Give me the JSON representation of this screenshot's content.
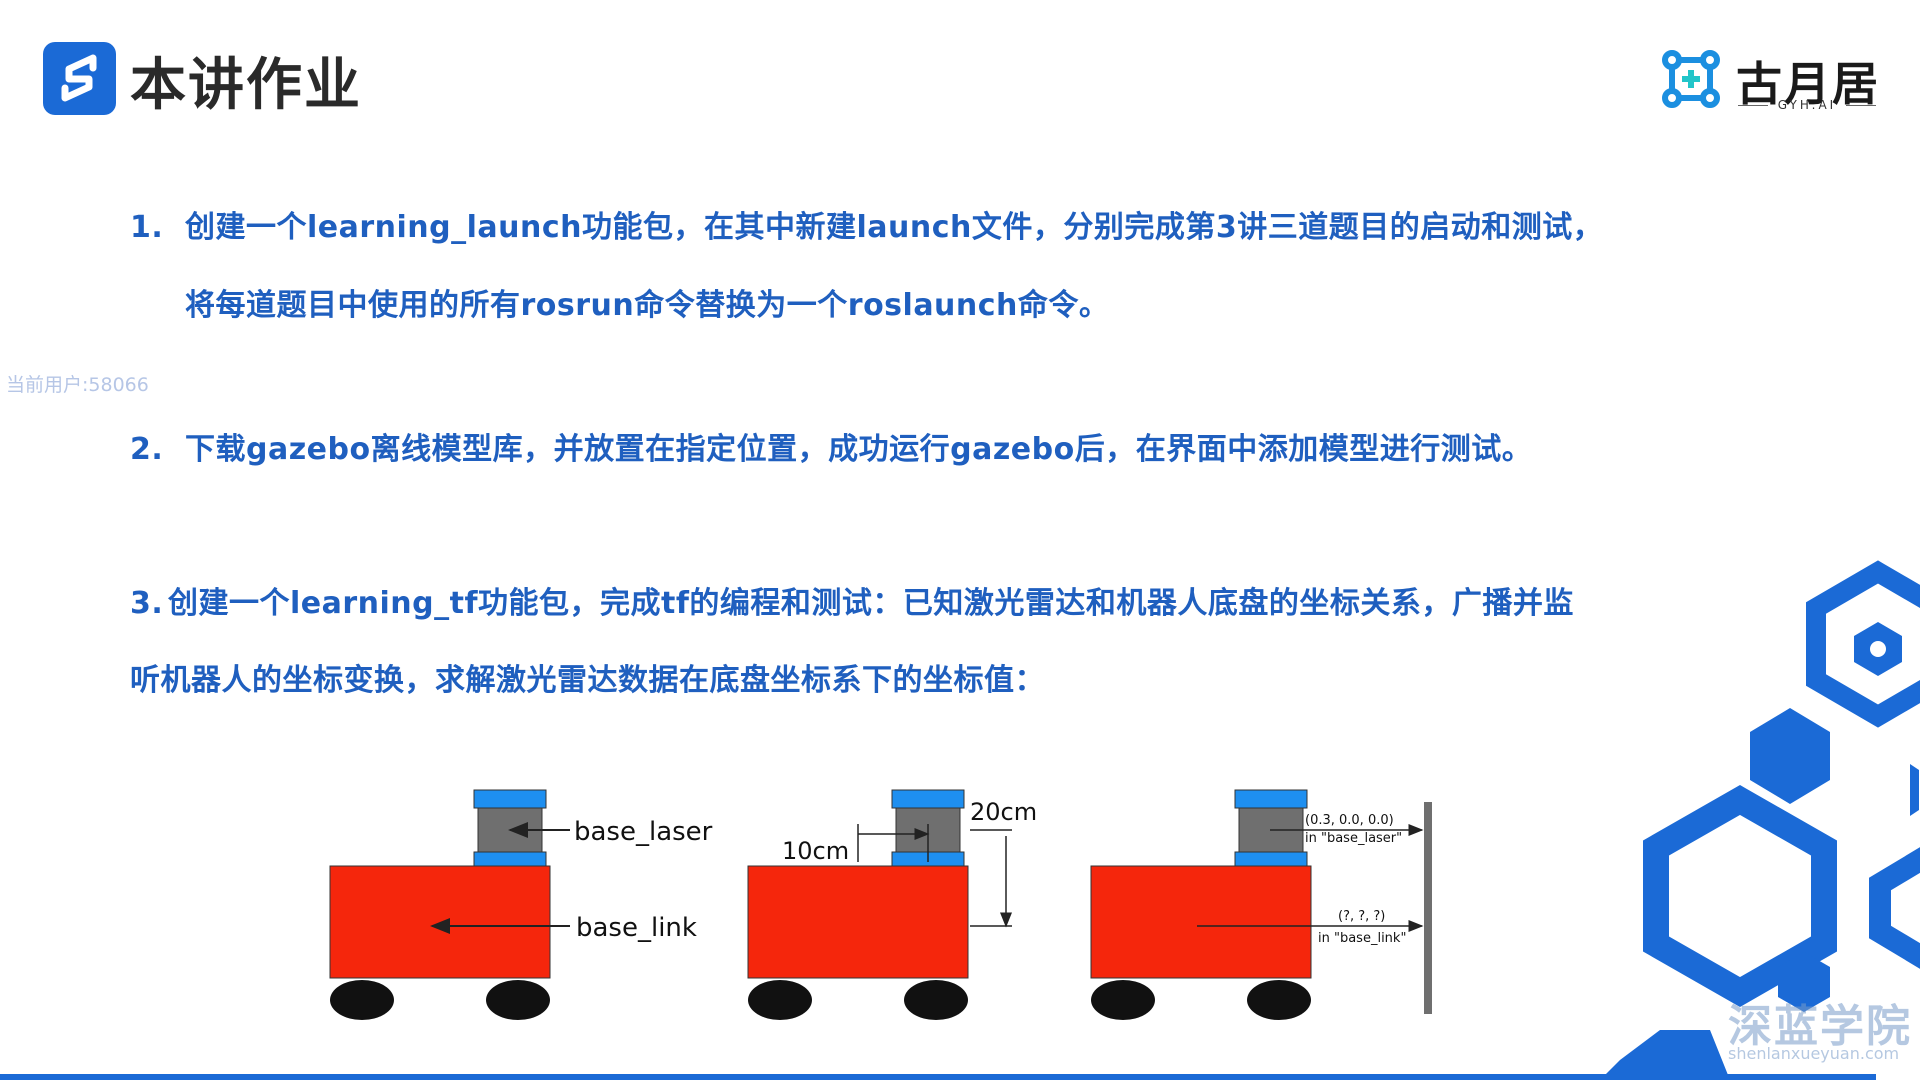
{
  "header": {
    "title": "本讲作业",
    "brand_name": "古月居",
    "brand_sub": "GYH.AI"
  },
  "watermark": {
    "user": "当前用户:58066",
    "site_name": "深蓝学院",
    "site_url": "shenlanxueyuan.com"
  },
  "tasks": [
    {
      "number": "1.",
      "lines": [
        "创建一个learning_launch功能包，在其中新建launch文件，分别完成第3讲三道题目的启动和测试，",
        "将每道题目中使用的所有rosrun命令替换为一个roslaunch命令。"
      ]
    },
    {
      "number": "2.",
      "lines": [
        "下载gazebo离线模型库，并放置在指定位置，成功运行gazebo后，在界面中添加模型进行测试。"
      ]
    },
    {
      "number": "3.",
      "lines": [
        "创建一个learning_tf功能包，完成tf的编程和测试：已知激光雷达和机器人底盘的坐标关系，广播并监",
        "听机器人的坐标变换，求解激光雷达数据在底盘坐标系下的坐标值："
      ]
    }
  ],
  "diagram": {
    "robot1": {
      "laser_label": "base_laser",
      "link_label": "base_link"
    },
    "robot2": {
      "horizontal": "10cm",
      "vertical": "20cm"
    },
    "robot3": {
      "laser_point": "(0.3, 0.0, 0.0)",
      "laser_frame": "in \"base_laser\"",
      "link_point": "(?, ?, ?)",
      "link_frame": "in \"base_link\""
    }
  },
  "colors": {
    "accent_blue": "#1f5fbf",
    "robot_body": "#f5260c",
    "laser_top": "#1e8ff0",
    "laser_body": "#6f6f6f"
  }
}
